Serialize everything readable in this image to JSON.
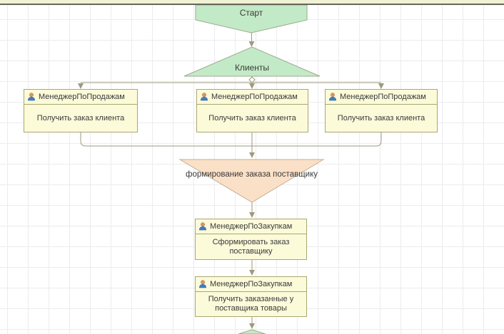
{
  "diagram": {
    "start": {
      "label": "Старт"
    },
    "condition_clients": {
      "label": "Клиенты"
    },
    "merge": {
      "label": "формирование заказа поставщику"
    },
    "tasks": [
      {
        "role": "МенеджерПоПродажам",
        "action": "Получить заказ клиента"
      },
      {
        "role": "МенеджерПоПродажам",
        "action": "Получить заказ клиента"
      },
      {
        "role": "МенеджерПоПродажам",
        "action": "Получить заказ клиента"
      },
      {
        "role": "МенеджерПоЗакупкам",
        "action": "Сформировать заказ поставщику"
      },
      {
        "role": "МенеджерПоЗакупкам",
        "action": "Получить заказанные у поставщика товары"
      }
    ],
    "icons": {
      "task_role_icon": "person-icon"
    },
    "colors": {
      "shape_green_fill": "#c3eac6",
      "shape_green_border": "#9dab90",
      "shape_orange_fill": "#fbe0c8",
      "shape_orange_border": "#c0b096",
      "task_fill": "#fbfad9",
      "task_border": "#a9a870",
      "connector_line": "#9e9a7b",
      "grid_line": "#ececf1",
      "canvas_bg": "#ffffff",
      "topbar_fill": "#f1f1d5",
      "topbar_line": "#66665a",
      "text": "#3a3a3a",
      "person_head": "#e0945a",
      "person_body": "#3f7fc5"
    }
  }
}
